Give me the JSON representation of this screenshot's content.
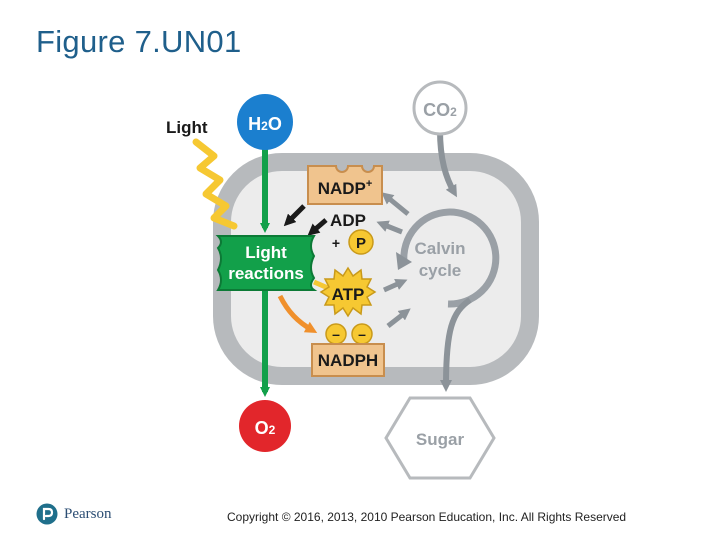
{
  "slide": {
    "title": "Figure 7.UN01",
    "copyright": "Copyright © 2016, 2013, 2010 Pearson Education, Inc. All Rights Reserved"
  },
  "brand": {
    "name": "Pearson",
    "icon": "pearson-logo-icon"
  },
  "diagram": {
    "light_label": "Light",
    "water": {
      "base": "H",
      "sub": "2",
      "tail": "O"
    },
    "carbon_dioxide": {
      "base": "CO",
      "sub": "2"
    },
    "oxygen": {
      "base": "O",
      "sub": "2"
    },
    "light_reactions": {
      "line1": "Light",
      "line2": "reactions"
    },
    "calvin_cycle": {
      "line1": "Calvin",
      "line2": "cycle"
    },
    "nadp_plus": {
      "base": "NADP",
      "sup": "+"
    },
    "adp": "ADP",
    "plus_sign": "+",
    "phosphate": "P",
    "atp": "ATP",
    "nadph": "NADPH",
    "electron_minus": "–",
    "sugar": "Sugar",
    "colors": {
      "green": "#12a04a",
      "blue": "#1b7fcf",
      "red": "#e2262b",
      "tan": "#f0c48e",
      "yellow": "#f6c832",
      "orange": "#f0902c",
      "gray_arrow": "#9aa0a6",
      "chloroplast_border": "#b7babd",
      "chloroplast_fill": "#ececec",
      "title": "#1f5f8b"
    }
  }
}
